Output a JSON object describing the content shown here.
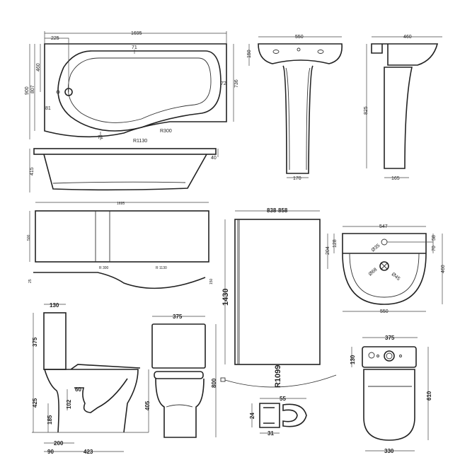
{
  "bath_plan": {
    "width": "1695",
    "waste_offset": "225",
    "depth": "900",
    "depth2": "807",
    "waste_depth": "460",
    "rim_top": "71",
    "rim_right": "72",
    "end_depth": "736",
    "rim_left": "81",
    "rim_bottom": "71",
    "radius_small": "R300",
    "radius_large": "R1130"
  },
  "bath_side": {
    "rim": "40",
    "height": "415"
  },
  "panel": {
    "width": "1695",
    "height": "500",
    "radius_small": "R 300",
    "radius_large": "R 1130",
    "thickness": "25",
    "depth": "150"
  },
  "wc_side": {
    "cistern_depth": "130",
    "cistern_height": "375",
    "pan_height": "425",
    "waste_height": "185",
    "waste_size": "102",
    "waste_width": "60",
    "waste_setback": "200",
    "wall_gap": "90",
    "pan_projection": "423",
    "seat_height": "405"
  },
  "wc_front": {
    "width": "375",
    "height": "800"
  },
  "basin_front": {
    "width": "550",
    "bowl_height": "150",
    "pedestal_width": "170"
  },
  "basin_side": {
    "depth": "460",
    "height": "825",
    "pedestal_depth": "165"
  },
  "screen": {
    "width": "838-858",
    "height": "1430",
    "radius": "R1099",
    "profile_width": "55",
    "profile_height": "24",
    "profile_depth": "31"
  },
  "basin_plan": {
    "width_top": "547",
    "width_bottom": "550",
    "depth": "460",
    "deck": "204",
    "tap_offset": "128",
    "tap_from_back": "58",
    "tap_from_front": "70",
    "tap_hole": "Ø35",
    "waste_outer": "Ø68",
    "waste_inner": "Ø45"
  },
  "wc_plan": {
    "width": "375",
    "cistern_depth": "130",
    "length": "610",
    "pan_width": "330"
  }
}
